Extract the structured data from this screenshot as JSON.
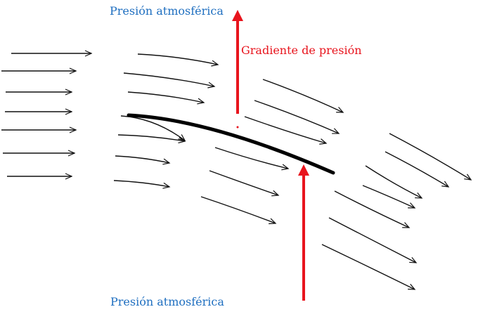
{
  "labels": {
    "top_pressure": "Presión atmosférica",
    "gradient": "Gradiente de presión",
    "bottom_pressure": "Presión atmosférica"
  },
  "colors": {
    "pressure_text": "#1f6fc0",
    "gradient": "#e8141d",
    "flow_lines": "#111111",
    "background": "#ffffff"
  },
  "icons": {
    "flow_arrow": "thin-arrow-icon",
    "gradient_arrow": "red-arrow-icon"
  }
}
